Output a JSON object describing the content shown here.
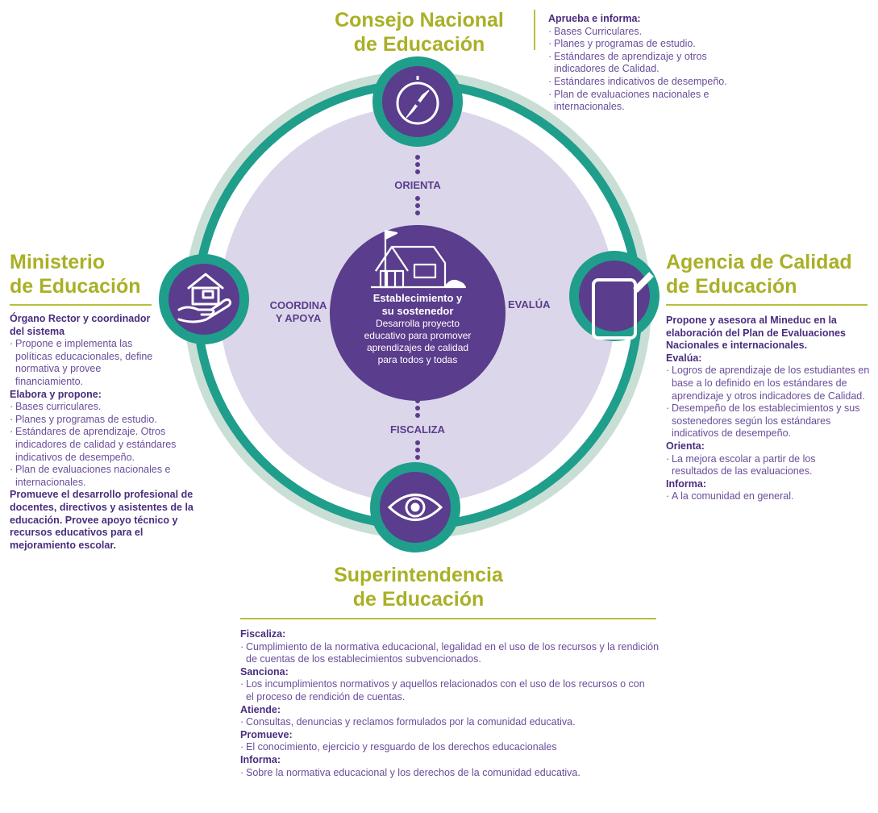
{
  "colors": {
    "olive": "#a9b026",
    "teal": "#1f9e8c",
    "purple": "#5a3d8c",
    "lavender": "#dcd6ea"
  },
  "center": {
    "title": "Establecimiento y su sostenedor",
    "desc_lines": [
      "Desarrolla proyecto",
      "educativo para promover",
      "aprendizajes de calidad",
      "para todos y todas"
    ]
  },
  "labels": {
    "top": "ORIENTA",
    "left_1": "COORDINA",
    "left_2": "Y APOYA",
    "right": "EVALÚA",
    "bottom": "FISCALIZA"
  },
  "icons": {
    "top": "compass-icon",
    "left": "house-in-hand-icon",
    "right": "tablet-icon",
    "bottom": "eye-icon",
    "center": "school-building-icon"
  },
  "cne": {
    "title_1": "Consejo Nacional",
    "title_2": "de Educación",
    "heading": "Aprueba e informa:",
    "items": [
      "Bases Curriculares.",
      "Planes y programas de estudio.",
      "Estándares de aprendizaje y otros indicadores de Calidad.",
      "Estándares indicativos de desempeño.",
      "Plan de evaluaciones nacionales e internacionales."
    ]
  },
  "mineduc": {
    "title_1": "Ministerio",
    "title_2": "de Educación",
    "heading_1": "Órgano Rector y coordinador del sistema",
    "items_1": [
      "Propone e implementa las políticas educacionales, define normativa y provee financiamiento."
    ],
    "heading_2": "Elabora y propone:",
    "items_2": [
      "Bases curriculares.",
      "Planes y programas de estudio.",
      "Estándares de aprendizaje. Otros indicadores de calidad y estándares indicativos de desempeño.",
      "Plan de evaluaciones nacionales e internacionales."
    ],
    "closing": "Promueve el desarrollo profesional de docentes, directivos y asistentes de la educación. Provee apoyo técnico y recursos educativos para el mejoramiento escolar."
  },
  "agencia": {
    "title_1": "Agencia de Calidad",
    "title_2": "de Educación",
    "intro": "Propone y asesora al Mineduc en la elaboración del Plan de Evaluaciones Nacionales e internacionales.",
    "heading_1": "Evalúa:",
    "items_1": [
      "Logros de aprendizaje de los estudiantes en base a lo definido en los estándares de aprendizaje y otros indicadores de Calidad.",
      "Desempeño de los establecimientos y sus sostenedores según los estándares indicativos de desempeño."
    ],
    "heading_2": "Orienta:",
    "items_2": [
      "La mejora escolar a partir de los resultados de las evaluaciones."
    ],
    "heading_3": "Informa:",
    "items_3": [
      "A la comunidad en general."
    ]
  },
  "supereduc": {
    "title_1": "Superintendencia",
    "title_2": "de Educación",
    "sections": [
      {
        "heading": "Fiscaliza:",
        "item": "Cumplimiento de la normativa educacional, legalidad en el uso de los recursos y la rendición de cuentas de los establecimientos subvencionados."
      },
      {
        "heading": "Sanciona:",
        "item": "Los incumplimientos normativos y aquellos relacionados con el uso de los recursos o con el proceso de rendición de cuentas."
      },
      {
        "heading": "Atiende:",
        "item": "Consultas, denuncias y reclamos formulados por la comunidad educativa."
      },
      {
        "heading": "Promueve:",
        "item": "El conocimiento, ejercicio y resguardo de los derechos educacionales"
      },
      {
        "heading": "Informa:",
        "item": "Sobre la normativa educacional y los derechos de la comunidad educativa."
      }
    ]
  }
}
